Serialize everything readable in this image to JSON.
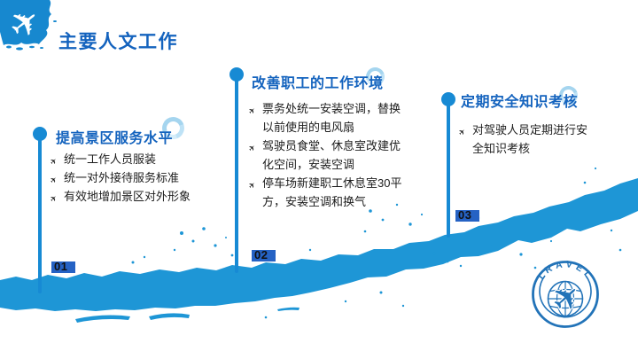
{
  "slide": {
    "title": "主要人文工作",
    "columns": [
      {
        "number": "01",
        "heading": "提高景区服务水平",
        "bullets": [
          "统一工作人员服装",
          "统一对外接待服务标准",
          "有效地增加景区对外形象"
        ]
      },
      {
        "number": "02",
        "heading": "改善职工的工作环境",
        "bullets": [
          "票务处统一安装空调，替换以前使用的电风扇",
          "驾驶员食堂、休息室改建优化空间，安装空调",
          "停车场新建职工休息室30平方，安装空调和换气"
        ]
      },
      {
        "number": "03",
        "heading": "定期安全知识考核",
        "bullets": [
          "对驾驶人员定期进行安全知识考核"
        ]
      }
    ],
    "stamp": {
      "label": "TRAVEL"
    },
    "icons": {
      "airplane_glyph": "✈",
      "top_left": "airplane-ink-splash",
      "stamp": "globe-airplane-stamp",
      "bullet": "airplane-bullet"
    },
    "colors": {
      "heading_blue": "#1463be",
      "pin_blue": "#178ad4",
      "brush_blue": "#1e96d6",
      "number_badge_bg": "#2562c4",
      "stamp_blue": "#2273b8",
      "body_text": "#1d1d1d"
    }
  }
}
